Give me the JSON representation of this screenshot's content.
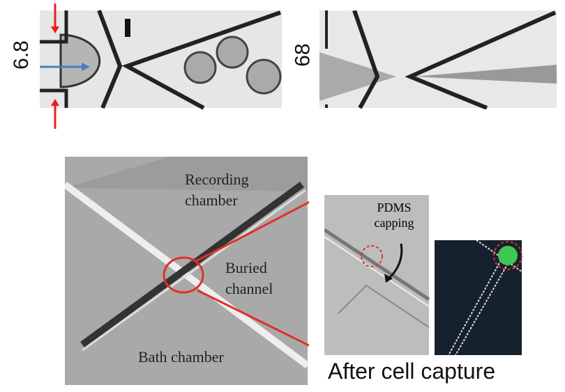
{
  "top_panels": {
    "left_label": "6.8",
    "right_label": "68"
  },
  "sem": {
    "recording": "Recording chamber",
    "buried": "Buried channel",
    "bath": "Bath chamber"
  },
  "inset": {
    "pdms": "PDMS capping"
  },
  "caption": "After cell capture",
  "colors": {
    "arrow_red": "#ee1c1c",
    "arrow_blue": "#4a7cc0",
    "circle_red": "#e0302a",
    "fluor_green": "#3ec850"
  }
}
